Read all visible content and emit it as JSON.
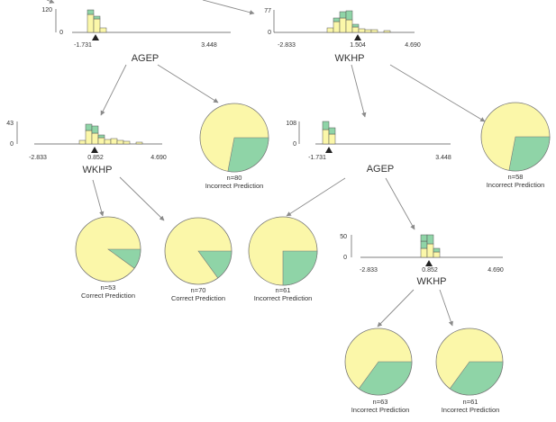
{
  "colors": {
    "yellow": "#fbf7a9",
    "green": "#8fd4a7",
    "edge": "#8a8a8a",
    "axis": "#555555",
    "text": "#333333"
  },
  "features": {
    "root_left": "AGEP",
    "root_right": "WKHP",
    "wkhp_left": "WKHP",
    "agep_right": "AGEP",
    "wkhp_bottom": "WKHP"
  },
  "histograms": {
    "h1": {
      "ymax": "120",
      "ymin": "0",
      "tick_left": "-1.731",
      "tick_right": "3.448"
    },
    "h2": {
      "ymax": "77",
      "ymin": "0",
      "tick_left": "-2.833",
      "tick_mid": "1.504",
      "tick_right": "4.690"
    },
    "h3": {
      "ymax": "43",
      "ymin": "0",
      "tick_left": "-2.833",
      "tick_mid": "0.852",
      "tick_right": "4.690"
    },
    "h4": {
      "ymax": "108",
      "ymin": "0",
      "tick_left": "-1.731",
      "tick_right": "3.448"
    },
    "h5": {
      "ymax": "50",
      "ymin": "0",
      "tick_left": "-2.833",
      "tick_mid": "0.852",
      "tick_right": "4.690"
    }
  },
  "leaves": [
    {
      "id": "leaf-1",
      "n": "n=80",
      "label": "Incorrect Prediction",
      "green_fraction": 0.28
    },
    {
      "id": "leaf-2",
      "n": "n=58",
      "label": "Incorrect Prediction",
      "green_fraction": 0.28
    },
    {
      "id": "leaf-3",
      "n": "n=53",
      "label": "Correct Prediction",
      "green_fraction": 0.1
    },
    {
      "id": "leaf-4",
      "n": "n=70",
      "label": "Correct Prediction",
      "green_fraction": 0.15
    },
    {
      "id": "leaf-5",
      "n": "n=61",
      "label": "Incorrect Prediction",
      "green_fraction": 0.25
    },
    {
      "id": "leaf-6",
      "n": "n=63",
      "label": "Incorrect Prediction",
      "green_fraction": 0.35
    },
    {
      "id": "leaf-7",
      "n": "n=61",
      "label": "Incorrect Prediction",
      "green_fraction": 0.35
    }
  ]
}
